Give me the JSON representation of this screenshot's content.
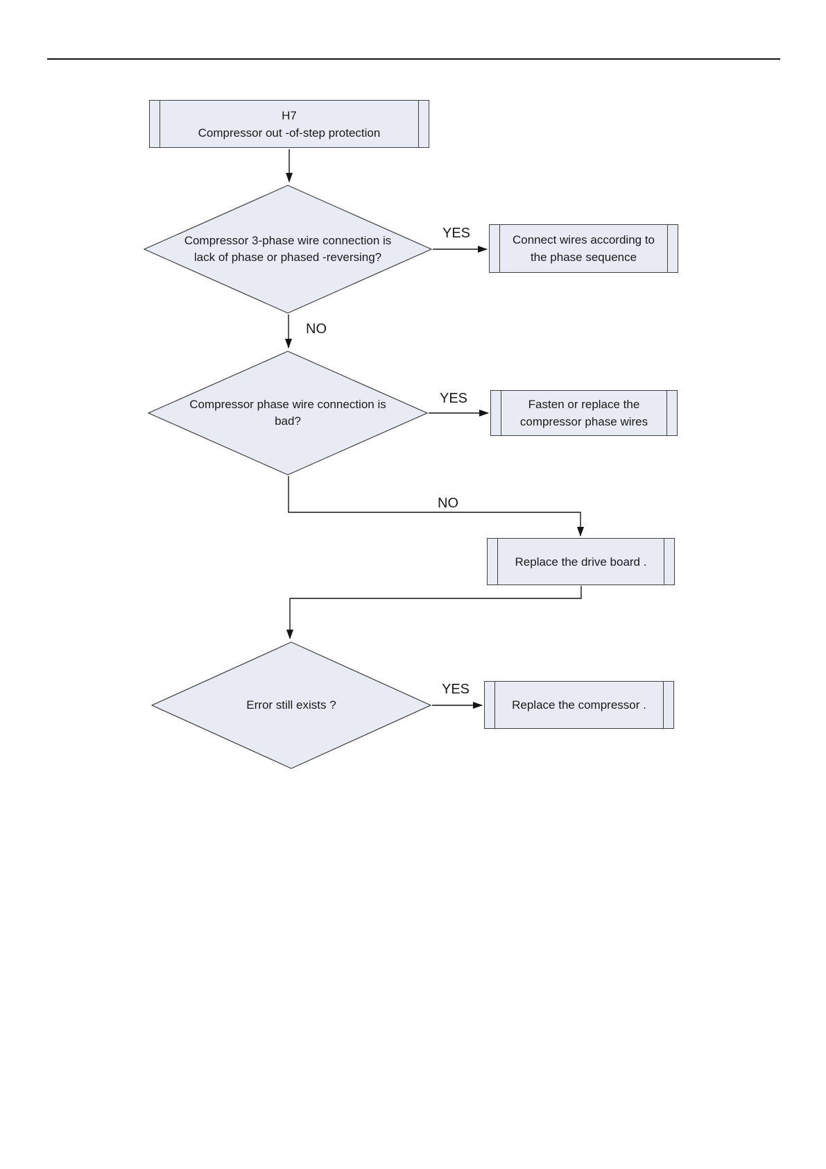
{
  "colors": {
    "shape_fill": "#e9ebf4",
    "shape_border": "#3f3f3f",
    "line": "#141414",
    "text": "#1a1a1a"
  },
  "flowchart": {
    "start": {
      "title": "H7",
      "subtitle": "Compressor out  -of-step protection"
    },
    "decision1": {
      "line1": "Compressor 3-phase wire connection is",
      "line2": "lack of phase or phased -reversing?"
    },
    "action1": {
      "line1": "Connect wires according to",
      "line2": "the phase sequence"
    },
    "decision2": {
      "line1": "Compressor phase wire connection is",
      "line2": "bad?"
    },
    "action2": {
      "line1": "Fasten or replace the",
      "line2": "compressor phase wires"
    },
    "action3": {
      "line1": "Replace the drive board ."
    },
    "decision3": {
      "line1": "Error still exists  ?"
    },
    "action4": {
      "line1": "Replace the compressor ."
    },
    "edge_labels": {
      "d1_yes": "YES",
      "d1_no": "NO",
      "d2_yes": "YES",
      "d2_no": "NO",
      "d3_yes": "YES"
    }
  }
}
